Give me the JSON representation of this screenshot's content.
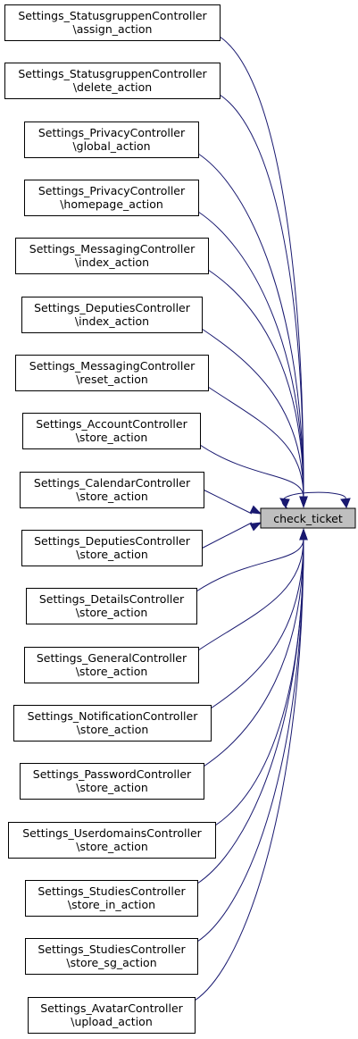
{
  "colors": {
    "edge": "#191970",
    "target_fill": "#bfbfbf",
    "node_fill": "#ffffff",
    "node_stroke": "#000000"
  },
  "target": {
    "name": "check_ticket"
  },
  "callers": [
    {
      "line1": "Settings_StatusgruppenController",
      "line2": "\\assign_action"
    },
    {
      "line1": "Settings_StatusgruppenController",
      "line2": "\\delete_action"
    },
    {
      "line1": "Settings_PrivacyController",
      "line2": "\\global_action"
    },
    {
      "line1": "Settings_PrivacyController",
      "line2": "\\homepage_action"
    },
    {
      "line1": "Settings_MessagingController",
      "line2": "\\index_action"
    },
    {
      "line1": "Settings_DeputiesController",
      "line2": "\\index_action"
    },
    {
      "line1": "Settings_MessagingController",
      "line2": "\\reset_action"
    },
    {
      "line1": "Settings_AccountController",
      "line2": "\\store_action"
    },
    {
      "line1": "Settings_CalendarController",
      "line2": "\\store_action"
    },
    {
      "line1": "Settings_DeputiesController",
      "line2": "\\store_action"
    },
    {
      "line1": "Settings_DetailsController",
      "line2": "\\store_action"
    },
    {
      "line1": "Settings_GeneralController",
      "line2": "\\store_action"
    },
    {
      "line1": "Settings_NotificationController",
      "line2": "\\store_action"
    },
    {
      "line1": "Settings_PasswordController",
      "line2": "\\store_action"
    },
    {
      "line1": "Settings_UserdomainsController",
      "line2": "\\store_action"
    },
    {
      "line1": "Settings_StudiesController",
      "line2": "\\store_in_action"
    },
    {
      "line1": "Settings_StudiesController",
      "line2": "\\store_sg_action"
    },
    {
      "line1": "Settings_AvatarController",
      "line2": "\\upload_action"
    }
  ]
}
